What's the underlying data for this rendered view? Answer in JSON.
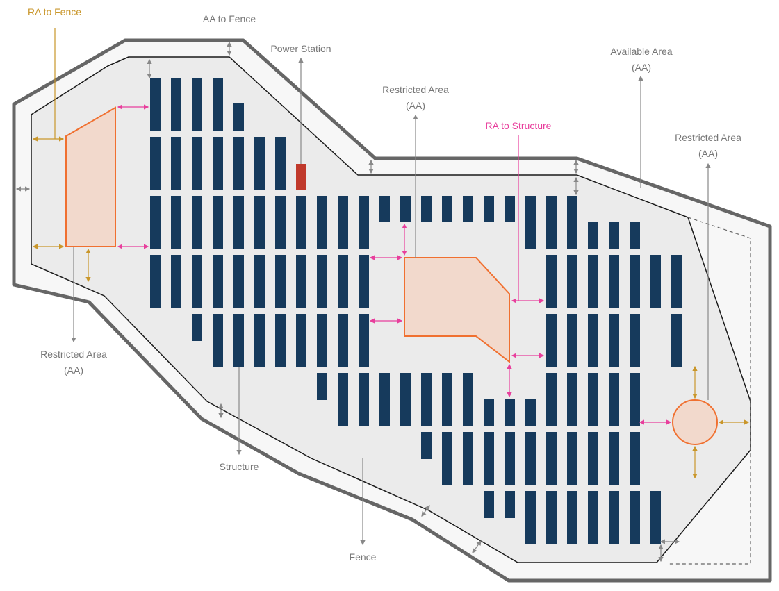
{
  "labels": {
    "ra_to_fence": "RA to Fence",
    "aa_to_fence": "AA to Fence",
    "power_station": "Power Station",
    "available_area_line1": "Available Area",
    "available_area_line2": "(AA)",
    "restricted_center_line1": "Restricted Area",
    "restricted_center_line2": "(AA)",
    "ra_to_structure": "RA to Structure",
    "restricted_right_line1": "Restricted Area",
    "restricted_right_line2": "(AA)",
    "restricted_left_line1": "Restricted Area",
    "restricted_left_line2": "(AA)",
    "structure": "Structure",
    "fence": "Fence"
  },
  "colors": {
    "fence": "#666666",
    "buildable_area": "#ebebeb",
    "outer_band": "#f7f7f7",
    "boundary": "#1a1a1a",
    "panel": "#163a5c",
    "power_station": "#c0392b",
    "restricted_fill": "#f2d9cc",
    "restricted_stroke": "#f07030",
    "ra_to_fence": "#c9962a",
    "ra_to_structure": "#e83e9c",
    "aa_to_fence": "#888888",
    "label": "#777777"
  }
}
